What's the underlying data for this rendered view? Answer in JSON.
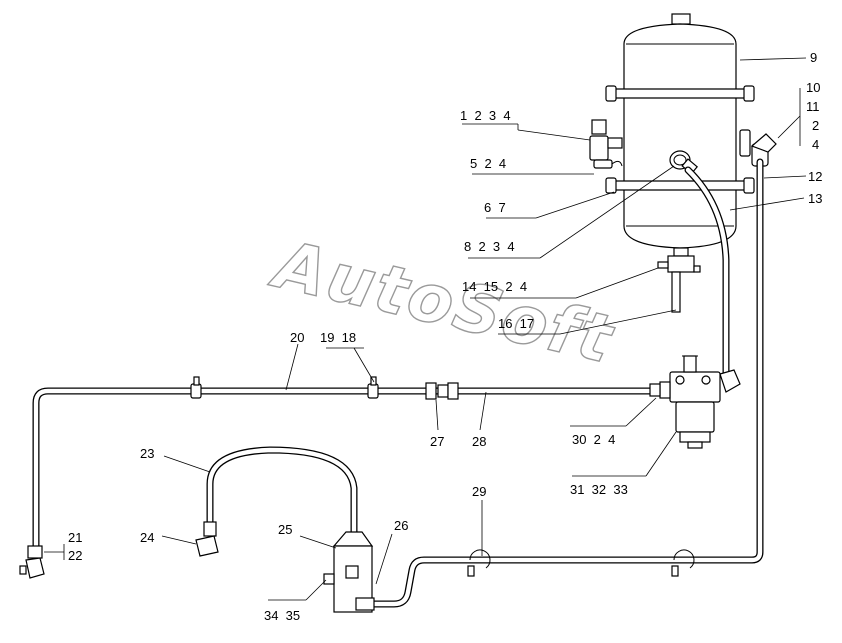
{
  "watermark": "AutoSoft",
  "callouts": [
    {
      "id": "c-1-2-3-4",
      "text": "1  2  3  4"
    },
    {
      "id": "c-5-2-4",
      "text": "5  2  4"
    },
    {
      "id": "c-6-7",
      "text": "6  7"
    },
    {
      "id": "c-8-2-3-4",
      "text": "8  2  3  4"
    },
    {
      "id": "c-14-15-2-4",
      "text": "14  15  2  4"
    },
    {
      "id": "c-16-17",
      "text": "16  17"
    },
    {
      "id": "c-20",
      "text": "20"
    },
    {
      "id": "c-19-18",
      "text": "19  18"
    },
    {
      "id": "c-9",
      "text": "9"
    },
    {
      "id": "c-10",
      "text": "10"
    },
    {
      "id": "c-11",
      "text": "11"
    },
    {
      "id": "c-2",
      "text": "2"
    },
    {
      "id": "c-4",
      "text": "4"
    },
    {
      "id": "c-12",
      "text": "12"
    },
    {
      "id": "c-13",
      "text": "13"
    },
    {
      "id": "c-27",
      "text": "27"
    },
    {
      "id": "c-28",
      "text": "28"
    },
    {
      "id": "c-30-2-4",
      "text": "30  2  4"
    },
    {
      "id": "c-31-32-33",
      "text": "31  32  33"
    },
    {
      "id": "c-29",
      "text": "29"
    },
    {
      "id": "c-23",
      "text": "23"
    },
    {
      "id": "c-24",
      "text": "24"
    },
    {
      "id": "c-25",
      "text": "25"
    },
    {
      "id": "c-26",
      "text": "26"
    },
    {
      "id": "c-21",
      "text": "21"
    },
    {
      "id": "c-22",
      "text": "22"
    },
    {
      "id": "c-34-35",
      "text": "34  35"
    }
  ]
}
